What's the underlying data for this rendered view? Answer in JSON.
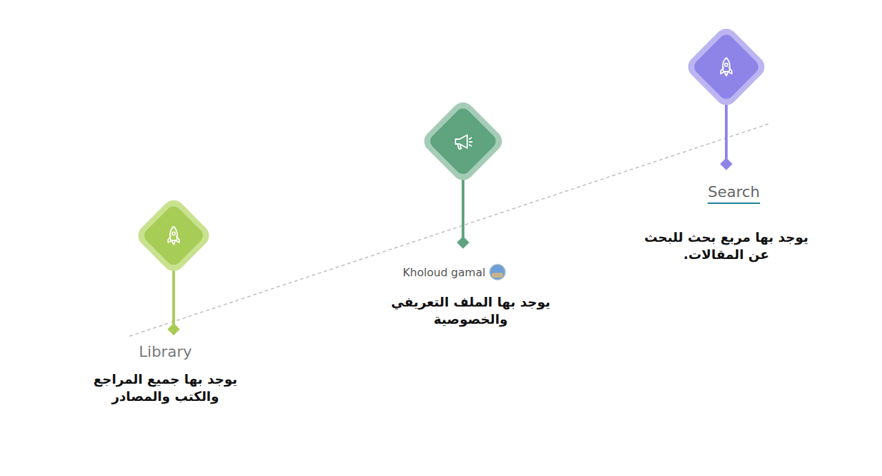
{
  "diagram": {
    "nodes": [
      {
        "text": [
          "Library",
          "يوجد بها جميع المراجع والكتب والمصادر"
        ]
      },
      {
        "text": [
          "Kholoud gamal",
          "يوجد بها الملف التعريفي والخصوصية"
        ]
      },
      {
        "text": [
          "Search",
          "يوجد بها مربع بحث للبحث عن المقالات."
        ]
      }
    ]
  }
}
